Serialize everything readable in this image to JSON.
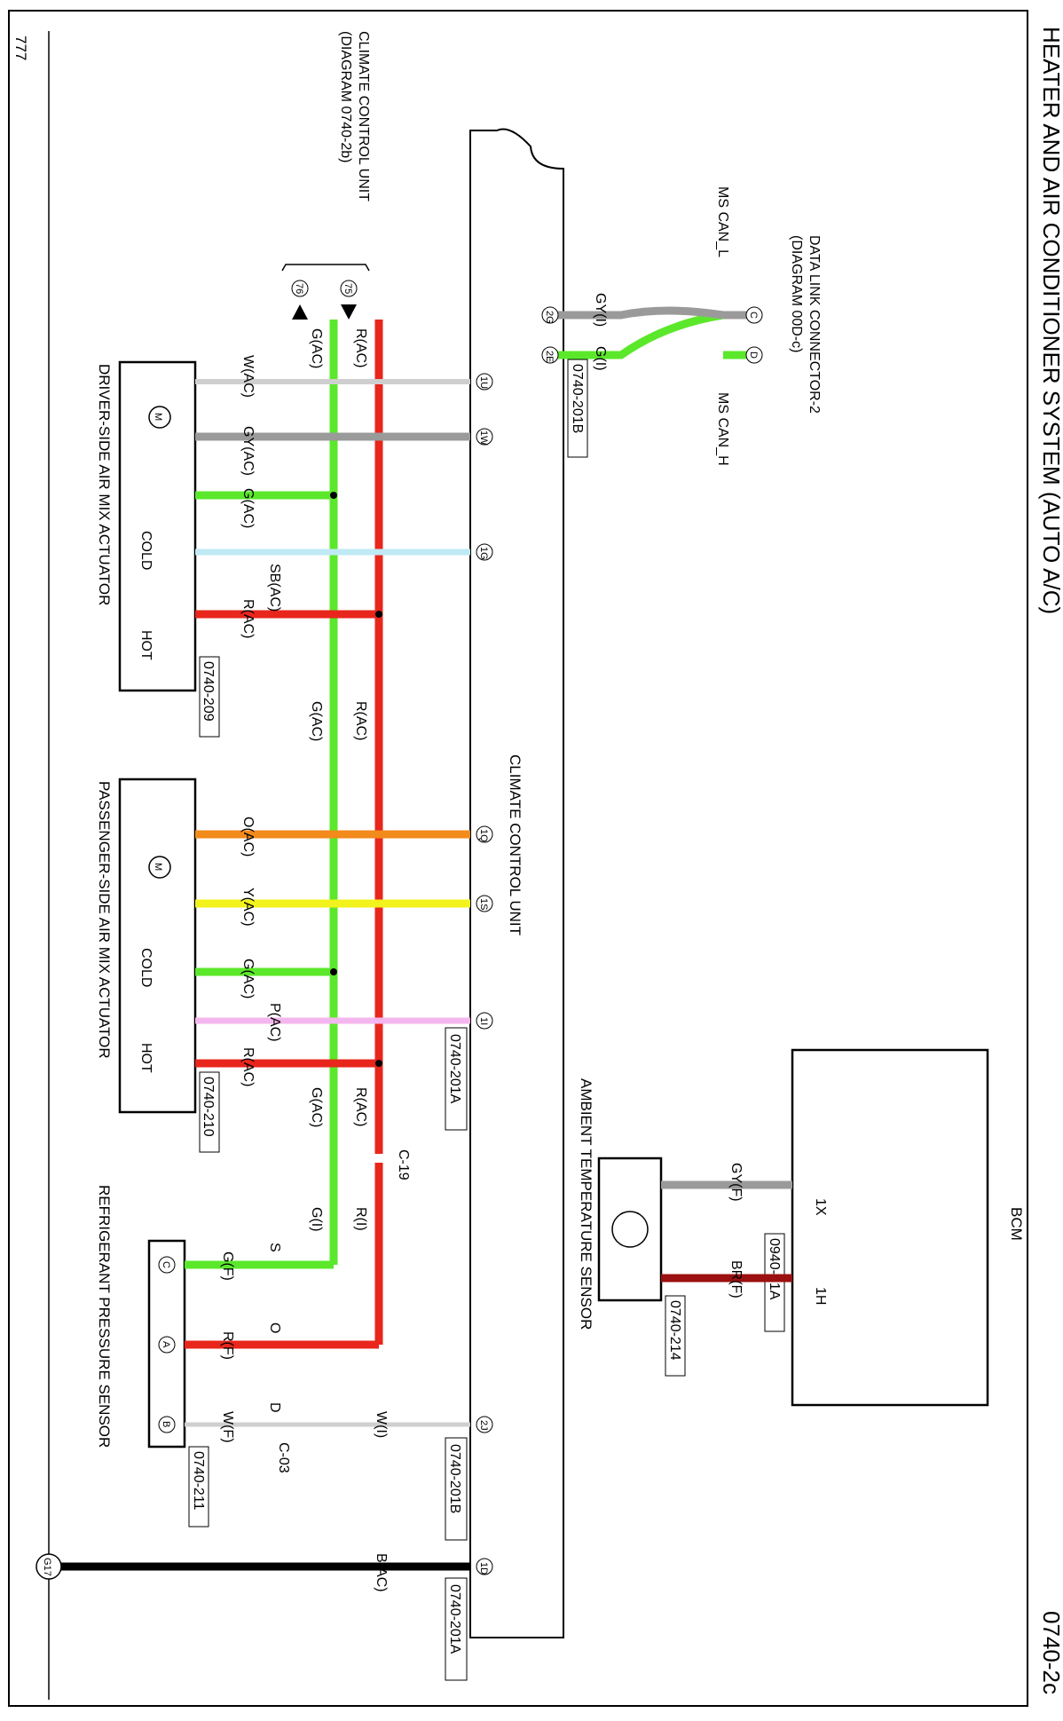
{
  "title": "HEATER AND AIR CONDITIONER SYSTEM (AUTO A/C)",
  "page_number": "0740-2c",
  "ground_symbol": "777",
  "colors": {
    "green": "#5be82b",
    "red": "#e8261c",
    "gray": "#9a9a9a",
    "lightgray": "#cfcfcf",
    "orange": "#f28a1c",
    "yellow": "#f2f21c",
    "lightblue": "#bfeaf5",
    "pink": "#f4b6ee",
    "darkred": "#9b1010",
    "black": "#000000"
  },
  "ccu_ref": {
    "line1": "CLIMATE CONTROL UNIT",
    "line2": "(DIAGRAM 0740-2b)",
    "pin_a": "75",
    "pin_b": "76",
    "wire_a": "R(AC)",
    "wire_b": "G(AC)"
  },
  "ccu_main": {
    "label": "CLIMATE CONTROL UNIT",
    "conn_a": "0740-201A",
    "conn_b": "0740-201B",
    "conn_a2": "0740-201A",
    "conn_b2": "0740-201B"
  },
  "dlc": {
    "line1": "DATA LINK CONNECTOR-2",
    "line2": "(DIAGRAM 00D-c)",
    "pin_c": "C",
    "pin_d": "D",
    "can_l": "MS CAN_L",
    "can_h": "MS CAN_H",
    "wire_l": "GY(I)",
    "wire_h": "G(I)",
    "pin_2g": "2G",
    "pin_2e": "2E"
  },
  "bcm": {
    "label": "BCM",
    "pin_1x": "1X",
    "pin_1h": "1H",
    "connector": "0940-01A"
  },
  "ambient": {
    "label": "AMBIENT TEMPERATURE SENSOR",
    "connector": "0740-214",
    "wire_1": "GY(F)",
    "wire_2": "BR(F)"
  },
  "driver": {
    "label": "DRIVER-SIDE AIR MIX ACTUATOR",
    "connector": "0740-209",
    "motor": "M",
    "cold": "COLD",
    "hot": "HOT",
    "wires": [
      "W(AC)",
      "GY(AC)",
      "G(AC)",
      "SB(AC)",
      "R(AC)"
    ],
    "pins": [
      "1U",
      "1W",
      "1G"
    ]
  },
  "passenger": {
    "label": "PASSENGER-SIDE AIR MIX ACTUATOR",
    "connector": "0740-210",
    "motor": "M",
    "cold": "COLD",
    "hot": "HOT",
    "wires": [
      "O(AC)",
      "Y(AC)",
      "G(AC)",
      "P(AC)",
      "R(AC)"
    ],
    "pins": [
      "1Q",
      "1S",
      "1I"
    ]
  },
  "trunk": {
    "g1": "G(AC)",
    "r1": "R(AC)",
    "g2": "G(AC)",
    "r2": "R(AC)",
    "c19": "C-19",
    "gi": "G(I)",
    "ri": "R(I)"
  },
  "refrig": {
    "label": "REFRIGERANT PRESSURE SENSOR",
    "connector": "0740-211",
    "pin_c": "C",
    "pin_a": "A",
    "pin_b": "B",
    "wire_c": "G(F)",
    "wire_a": "R(F)",
    "wire_b": "W(F)",
    "pos_s": "S",
    "pos_o": "O",
    "pos_d": "D",
    "c03": "C-03",
    "wi": "W(I)",
    "pin_2j": "2J"
  },
  "ground": {
    "label": "G17",
    "wire": "B(AC)",
    "pin": "1D"
  }
}
